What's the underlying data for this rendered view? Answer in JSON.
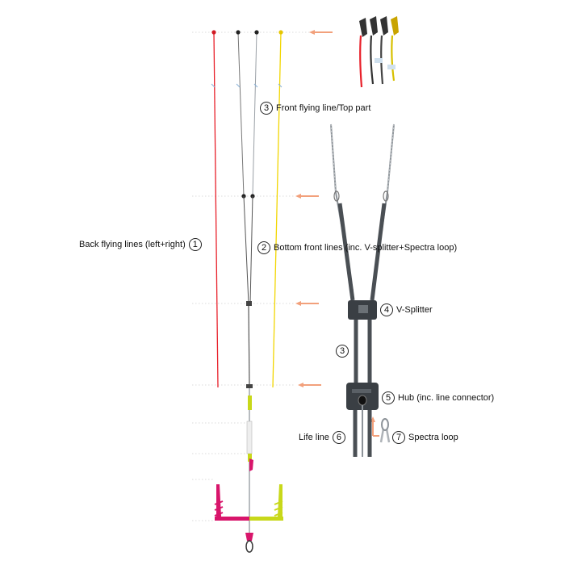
{
  "labels": {
    "back_flying_lines": {
      "num": "1",
      "text": "Back flying lines (left+right)"
    },
    "front_top": {
      "num": "3",
      "text": "Front flying line/Top part"
    },
    "bottom_front": {
      "num": "2",
      "text": "Bottom front lines (inc. V-splitter+Spectra loop)"
    },
    "v_splitter": {
      "num": "4",
      "text": "V-Splitter"
    },
    "middle_line": {
      "num": "3"
    },
    "hub": {
      "num": "5",
      "text": "Hub (inc. line connector)"
    },
    "life_line": {
      "num": "6",
      "text": "Life line"
    },
    "spectra_loop": {
      "num": "7",
      "text": "Spectra loop"
    }
  },
  "colors": {
    "back_left_line": "#e8202a",
    "front_line_black": "#555555",
    "front_line_grey": "#9aa0a6",
    "back_right_line": "#f2d600",
    "arrow": "#f2a07b",
    "dotted_guide": "#cfcfcf",
    "bar_magenta": "#d8156b",
    "bar_lime": "#c8d81a",
    "component_dark": "#3a3f44"
  }
}
